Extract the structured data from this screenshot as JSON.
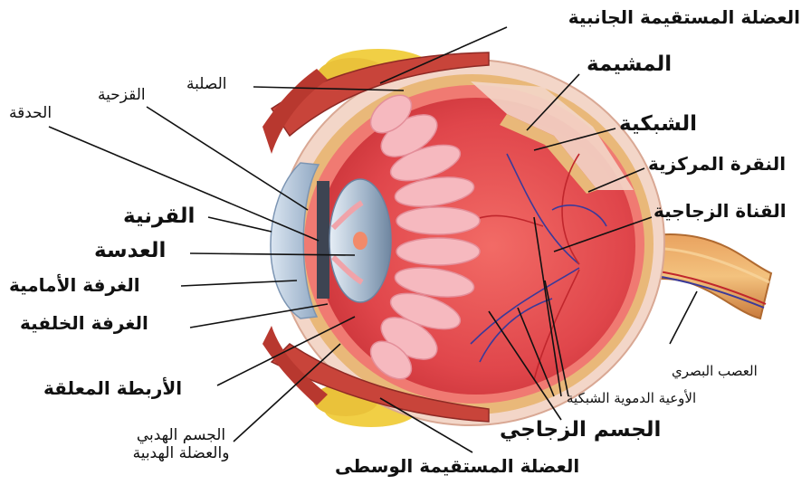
{
  "labels": {
    "lateral_rectus": "العضلة المستقيمة الجانبية",
    "sclera": "الصلبة",
    "choroid": "المشيمة",
    "iris": "القزحية",
    "pupil": "الحدقة",
    "retina": "الشبكية",
    "fovea": "النقرة المركزية",
    "hyaloid_canal": "القناة الزجاجية",
    "cornea": "القرنية",
    "lens": "العدسة",
    "anterior_chamber": "الغرفة الأمامية",
    "posterior_chamber": "الغرفة الخلفية",
    "suspensory_ligament": "الأربطة المعلقة",
    "ciliary_body_line1": "الجسم الهدبي",
    "ciliary_body_line2": "والعضلة الهدبية",
    "optic_nerve": "العصب البصري",
    "retinal_vessels": "الأوعية الدموية الشبكية",
    "vitreous_body": "الجسم الزجاجي",
    "medial_rectus": "العضلة المستقيمة الوسطى"
  },
  "colors": {
    "sclera": "#f3d6c8",
    "choroid": "#e9b879",
    "retina": "#f07a72",
    "vitreous": "#e44f52",
    "muscle": "#c8443a",
    "fat": "#f1cf45",
    "cornea": "#a9c2dc",
    "lens": "#9fb7cf",
    "ciliary": "#f6b9bf",
    "nerve": "#d98b4f",
    "vessel_red": "#c0262c",
    "vessel_blue": "#3a3a9a",
    "leader_line": "#111111"
  }
}
